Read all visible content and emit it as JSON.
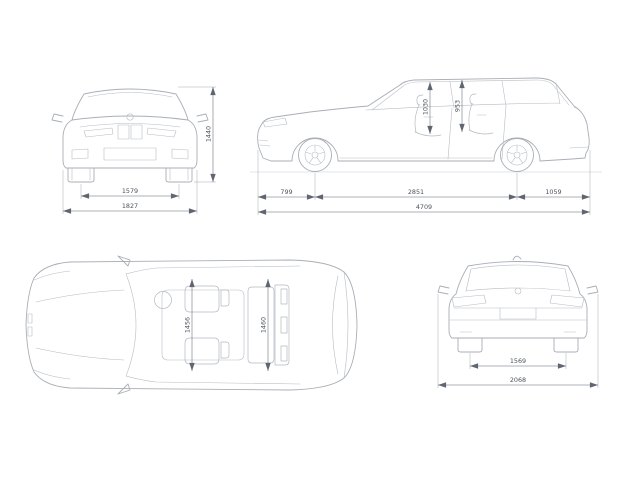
{
  "page": {
    "title": "vehicle-dimensions-diagram"
  },
  "colors": {
    "background": "#ffffff",
    "car_line": "#a9aeb6",
    "car_detail": "#b7bcc3",
    "dim_line": "#5f6671",
    "text": "#4c525b"
  },
  "views": {
    "front": {
      "label": "front-view",
      "dims": {
        "track": "1579",
        "overall_width": "1827",
        "overall_height": "1440"
      }
    },
    "side": {
      "label": "side-view",
      "dims": {
        "front_overhang": "799",
        "wheelbase": "2851",
        "rear_overhang": "1059",
        "overall_length": "4709",
        "front_interior_height": "1030",
        "rear_interior_height": "953"
      }
    },
    "top": {
      "label": "top-view",
      "dims": {
        "front_interior_width": "1456",
        "rear_interior_width": "1460"
      }
    },
    "rear": {
      "label": "rear-view",
      "dims": {
        "track": "1569",
        "width_incl_mirrors": "2068"
      }
    }
  }
}
